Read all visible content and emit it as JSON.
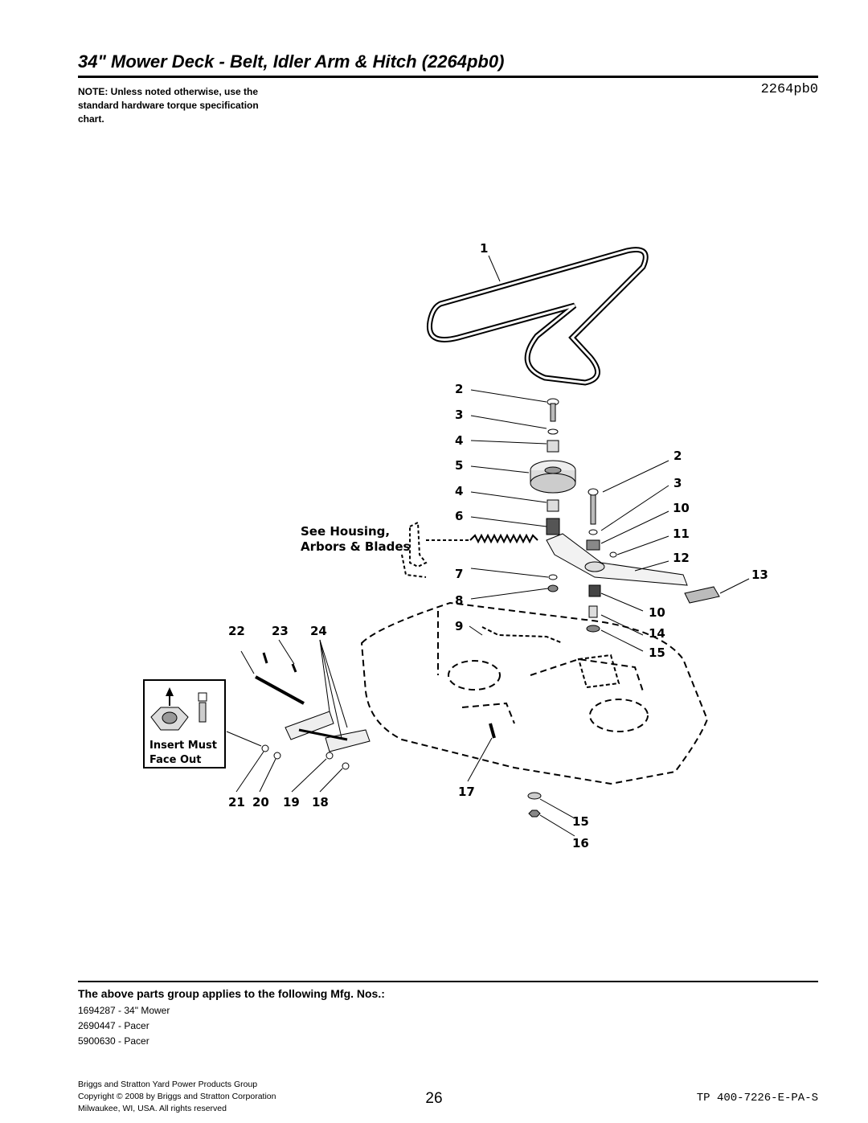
{
  "header": {
    "title": "34\" Mower Deck - Belt, Idler Arm & Hitch (2264pb0)",
    "note": "NOTE: Unless noted otherwise, use the standard hardware torque specification chart.",
    "diagram_code": "2264pb0"
  },
  "diagram": {
    "see_housing": [
      "See Housing,",
      "Arbors & Blades"
    ],
    "insert_label": [
      "Insert Must",
      "Face Out"
    ],
    "callouts": {
      "c1": "1",
      "c2a": "2",
      "c3a": "3",
      "c4a": "4",
      "c5": "5",
      "c4b": "4",
      "c6": "6",
      "c7": "7",
      "c8": "8",
      "c9": "9",
      "c2b": "2",
      "c3b": "3",
      "c10a": "10",
      "c11": "11",
      "c12": "12",
      "c13": "13",
      "c10b": "10",
      "c14": "14",
      "c15a": "15",
      "c22": "22",
      "c23": "23",
      "c24": "24",
      "c21": "21",
      "c20": "20",
      "c19": "19",
      "c18": "18",
      "c17": "17",
      "c15b": "15",
      "c16": "16"
    },
    "icons": [
      "v-belt-icon",
      "pulley-icon",
      "spring-icon",
      "idler-arm-icon",
      "mower-deck-icon",
      "hitch-icon",
      "lock-nut-icon"
    ]
  },
  "applies": {
    "heading": "The above parts group applies to the following Mfg. Nos.:",
    "items": [
      "1694287 - 34\" Mower",
      "2690447 - Pacer",
      "5900630 - Pacer"
    ]
  },
  "footer": {
    "line1": "Briggs and Stratton Yard Power Products Group",
    "line2": "Copyright © 2008 by Briggs and Stratton Corporation",
    "line3": "Milwaukee, WI, USA. All rights reserved",
    "page": "26",
    "doc_id": "TP 400-7226-E-PA-S"
  }
}
